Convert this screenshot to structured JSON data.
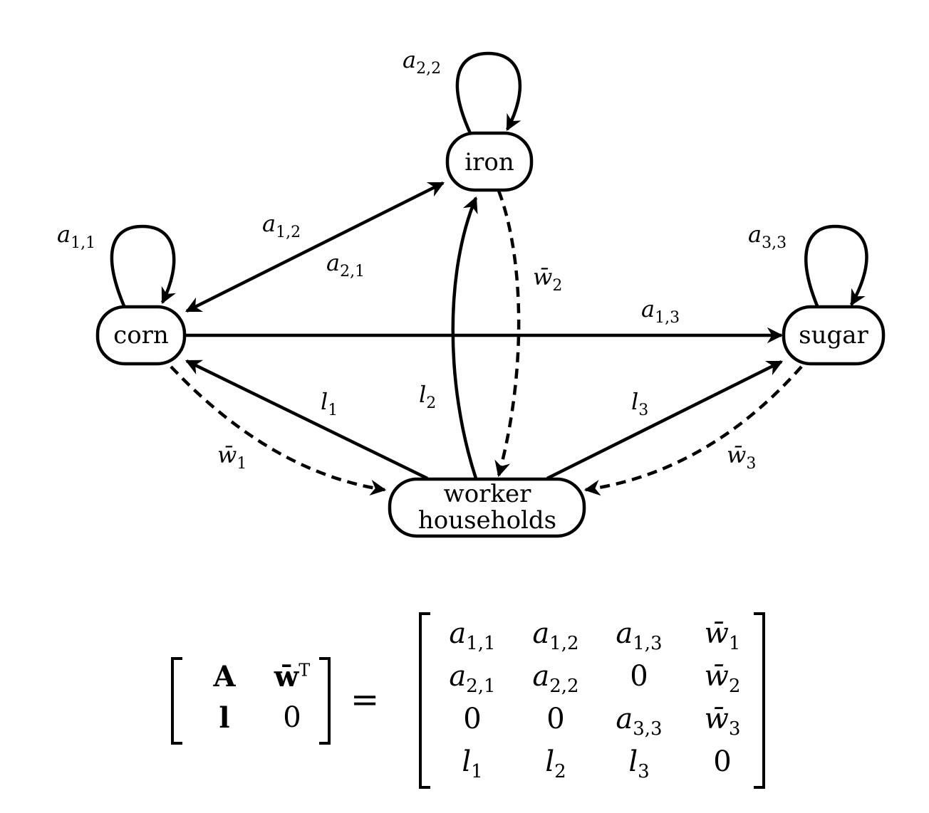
{
  "nodes": {
    "corn": "corn",
    "iron": "iron",
    "sugar": "sugar",
    "worker_line1": "worker",
    "worker_line2": "households"
  },
  "edges": [
    {
      "from": "corn",
      "to": "corn",
      "label": "a",
      "sub": "1,1",
      "style": "solid"
    },
    {
      "from": "iron",
      "to": "iron",
      "label": "a",
      "sub": "2,2",
      "style": "solid"
    },
    {
      "from": "sugar",
      "to": "sugar",
      "label": "a",
      "sub": "3,3",
      "style": "solid"
    },
    {
      "from": "corn",
      "to": "iron",
      "label": "a",
      "sub": "1,2",
      "style": "solid"
    },
    {
      "from": "iron",
      "to": "corn",
      "label": "a",
      "sub": "2,1",
      "style": "solid"
    },
    {
      "from": "corn",
      "to": "sugar",
      "label": "a",
      "sub": "1,3",
      "style": "solid"
    },
    {
      "from": "iron",
      "to": "worker households",
      "label": "w̄",
      "sub": "2",
      "style": "dashed"
    },
    {
      "from": "corn",
      "to": "worker households",
      "label": "w̄",
      "sub": "1",
      "style": "dashed"
    },
    {
      "from": "sugar",
      "to": "worker households",
      "label": "w̄",
      "sub": "3",
      "style": "dashed"
    },
    {
      "from": "worker households",
      "to": "corn",
      "label": "l",
      "sub": "1",
      "style": "solid"
    },
    {
      "from": "worker households",
      "to": "iron",
      "label": "l",
      "sub": "2",
      "style": "solid"
    },
    {
      "from": "worker households",
      "to": "sugar",
      "label": "l",
      "sub": "3",
      "style": "solid"
    }
  ],
  "equation": {
    "lhs": [
      [
        {
          "text": "A",
          "bold": true
        },
        {
          "text": "w̄",
          "bold": true,
          "sup": "T"
        }
      ],
      [
        {
          "text": "l",
          "bold": true
        },
        {
          "text": "0"
        }
      ]
    ],
    "equals": "=",
    "rhs": [
      [
        {
          "v": "a",
          "s": "1,1"
        },
        {
          "v": "a",
          "s": "1,2"
        },
        {
          "v": "a",
          "s": "1,3"
        },
        {
          "v": "w̄",
          "s": "1"
        }
      ],
      [
        {
          "v": "a",
          "s": "2,1"
        },
        {
          "v": "a",
          "s": "2,2"
        },
        {
          "n": "0"
        },
        {
          "v": "w̄",
          "s": "2"
        }
      ],
      [
        {
          "n": "0"
        },
        {
          "n": "0"
        },
        {
          "v": "a",
          "s": "3,3"
        },
        {
          "v": "w̄",
          "s": "3"
        }
      ],
      [
        {
          "v": "l",
          "s": "1"
        },
        {
          "v": "l",
          "s": "2"
        },
        {
          "v": "l",
          "s": "3"
        },
        {
          "n": "0"
        }
      ]
    ]
  }
}
